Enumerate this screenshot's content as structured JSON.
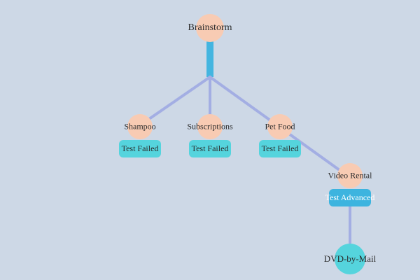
{
  "colors": {
    "background": "#cdd8e6",
    "node_peach": "#f8cbb3",
    "node_teal": "#55d4dd",
    "edge": "#a3aee3",
    "trunk": "#44b5e0",
    "badge_failed": "#55d4dd",
    "badge_advanced": "#3db4df",
    "text_dark": "#2b2b2b",
    "text_light": "#ffffff"
  },
  "root": {
    "label": "Brainstorm"
  },
  "ideas": [
    {
      "label": "Shampoo",
      "status": "Test Failed"
    },
    {
      "label": "Subscriptions",
      "status": "Test Failed"
    },
    {
      "label": "Pet Food",
      "status": "Test Failed"
    },
    {
      "label": "Video Rental",
      "status": "Test Advanced"
    }
  ],
  "outcome": {
    "label": "DVD-by-Mail"
  }
}
